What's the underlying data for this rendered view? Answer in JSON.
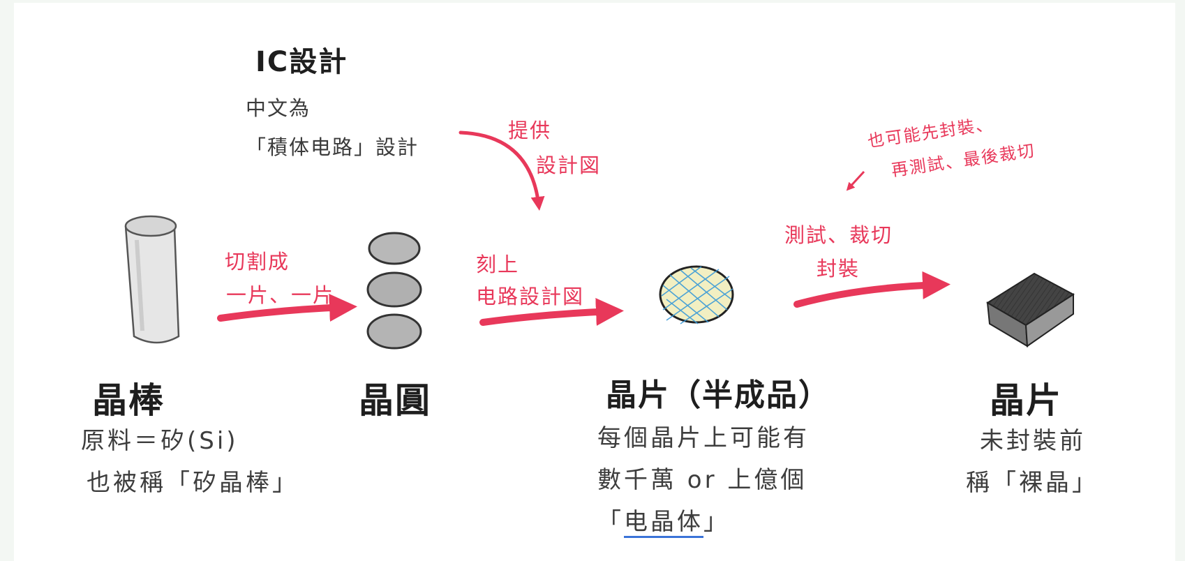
{
  "ic_design": {
    "title": "IC設計",
    "line1": "中文為",
    "line2": "「積体电路」設計"
  },
  "arrow_labels": {
    "provide_line1": "提供",
    "provide_line2": "設計図",
    "cut_line1": "切割成",
    "cut_line2": "一片、一片",
    "etch_line1": "刻上",
    "etch_line2": "电路設計図",
    "test_line1": "測試、裁切",
    "test_line2": "封裝",
    "alt_line1": "也可能先封裝、",
    "alt_line2": "再測試、最後裁切"
  },
  "stages": {
    "ingot": {
      "name": "晶棒",
      "desc1": "原料＝矽(Si)",
      "desc2": "也被稱「矽晶棒」"
    },
    "wafer": {
      "name": "晶圓"
    },
    "chip_semi": {
      "name": "晶片（半成品）",
      "desc1": "每個晶片上可能有",
      "desc2": "數千萬 or 上億個",
      "desc3_open": "「",
      "desc3_word": "电晶体",
      "desc3_close": "」"
    },
    "chip": {
      "name": "晶片",
      "desc1": "未封裝前",
      "desc2": "稱「裸晶」"
    }
  },
  "colors": {
    "arrow_red": "#e8385a",
    "pencil_dark": "#2a2a2a",
    "pencil_gray": "#9a9a9a",
    "grid_blue": "#3a9ad8",
    "wafer_fill": "#f2efc2"
  }
}
